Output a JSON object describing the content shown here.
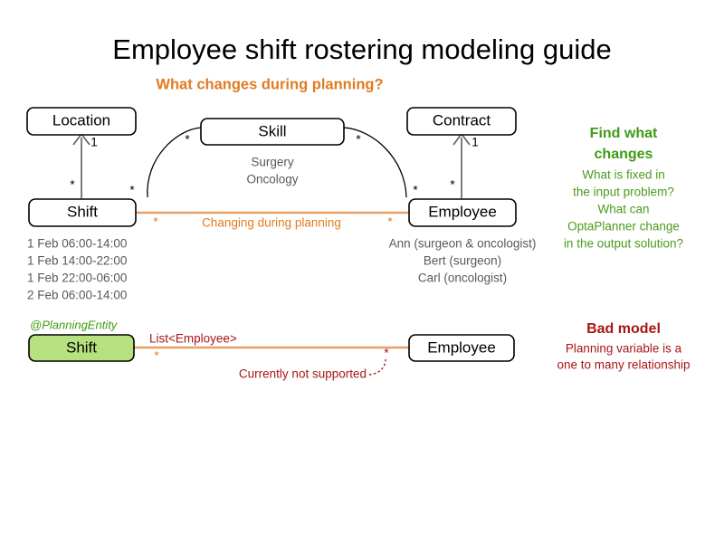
{
  "page": {
    "title": "Employee shift rostering modeling guide",
    "subtitle": "What changes during planning?"
  },
  "diagram_top": {
    "boxes": {
      "location": "Location",
      "skill": "Skill",
      "contract": "Contract",
      "shift": "Shift",
      "employee": "Employee"
    },
    "multiplicities": {
      "shift_location_one": "1",
      "shift_location_many": "*",
      "shift_skill_many": "*",
      "skill_shift_many": "*",
      "skill_employee_many": "*",
      "employee_skill_many": "*",
      "employee_contract_one": "1",
      "employee_contract_many": "*",
      "shift_employee_many": "*",
      "employee_shift_many": "*"
    },
    "skill_values": [
      "Surgery",
      "Oncology"
    ],
    "shift_values": [
      "1 Feb 06:00-14:00",
      "1 Feb 14:00-22:00",
      "1 Feb 22:00-06:00",
      "2 Feb 06:00-14:00"
    ],
    "employee_values": [
      "Ann (surgeon & oncologist)",
      "Bert (surgeon)",
      "Carl (oncologist)"
    ],
    "planning_link_label": "Changing during planning"
  },
  "diagram_bottom": {
    "annotation_stereotype": "@PlanningEntity",
    "boxes": {
      "shift": "Shift",
      "employee": "Employee"
    },
    "link_label": "List<Employee>",
    "note": "Currently not supported",
    "multiplicities": {
      "shift_side": "*",
      "employee_side": "*"
    }
  },
  "callouts": {
    "find_what_changes": {
      "heading_line1": "Find what",
      "heading_line2": "changes",
      "body": [
        "What is fixed in",
        "the input problem?",
        "What can",
        "OptaPlanner change",
        "in the output solution?"
      ]
    },
    "bad_model": {
      "heading": "Bad model",
      "body": [
        "Planning variable is a",
        "one to many relationship"
      ]
    }
  },
  "colors": {
    "orange": "#E07B20",
    "orange_line": "#E8A064",
    "green": "#3E9C14",
    "green_body": "#4A9B1C",
    "green_fill": "#B7E17E",
    "red": "#A81616",
    "gray_text": "#595959",
    "gray_line": "#656565"
  }
}
